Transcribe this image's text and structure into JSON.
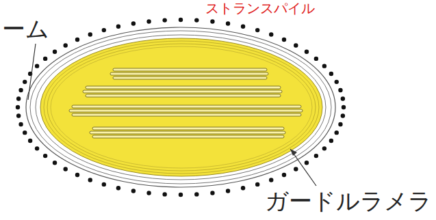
{
  "diagram": {
    "labels": [
      "ーム",
      "ストランスパイル",
      "ガードルラメラ"
    ]
  }
}
